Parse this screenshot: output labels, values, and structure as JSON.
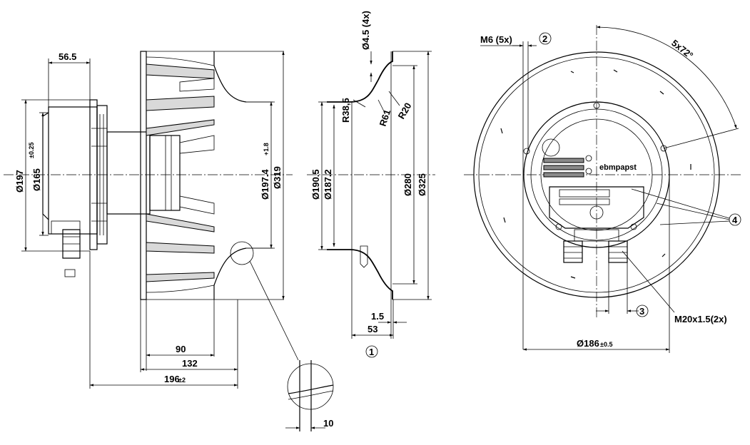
{
  "side_view": {
    "dim_56_5": "56.5",
    "dim_197": "Ø197",
    "dim_165": "Ø165",
    "dim_165_tol": "±0.25",
    "dim_197_4": "Ø197.4",
    "dim_197_4_tol": "+1.8",
    "dim_319": "Ø319",
    "dim_90": "90",
    "dim_132": "132",
    "dim_196": "196",
    "dim_196_tol": "±2",
    "dim_10": "10"
  },
  "inlet_ring": {
    "dim_4_5": "Ø4.5 (4x)",
    "dim_r38_5": "R38,5",
    "dim_r61": "R61",
    "dim_r20": "R20",
    "dim_190_5": "Ø190.5",
    "dim_187_2": "Ø187.2",
    "dim_280": "Ø280",
    "dim_325": "Ø325",
    "dim_1_5": "1.5",
    "dim_53": "53",
    "callout_1": "1"
  },
  "front_view": {
    "m6": "M6 (5x)",
    "callout_2": "2",
    "angle": "5x72°",
    "callout_3": "3",
    "callout_4": "4",
    "m20": "M20x1.5(2x)",
    "dim_186": "Ø186",
    "dim_186_tol": "±0.5",
    "brand": "ebmpapst"
  }
}
